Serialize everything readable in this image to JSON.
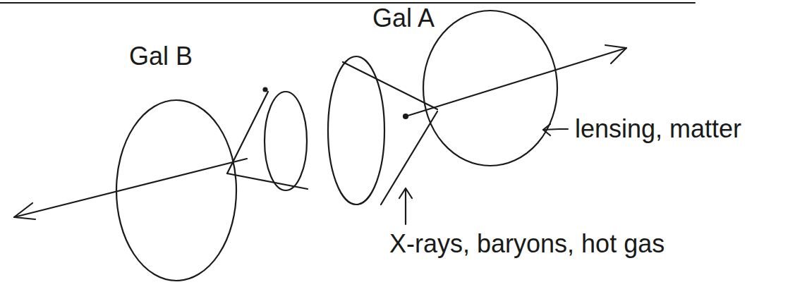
{
  "diagram": {
    "labels": [
      "Gal A",
      "Gal B",
      "lensing, matter",
      "X-rays, baryons, hot gas"
    ]
  }
}
